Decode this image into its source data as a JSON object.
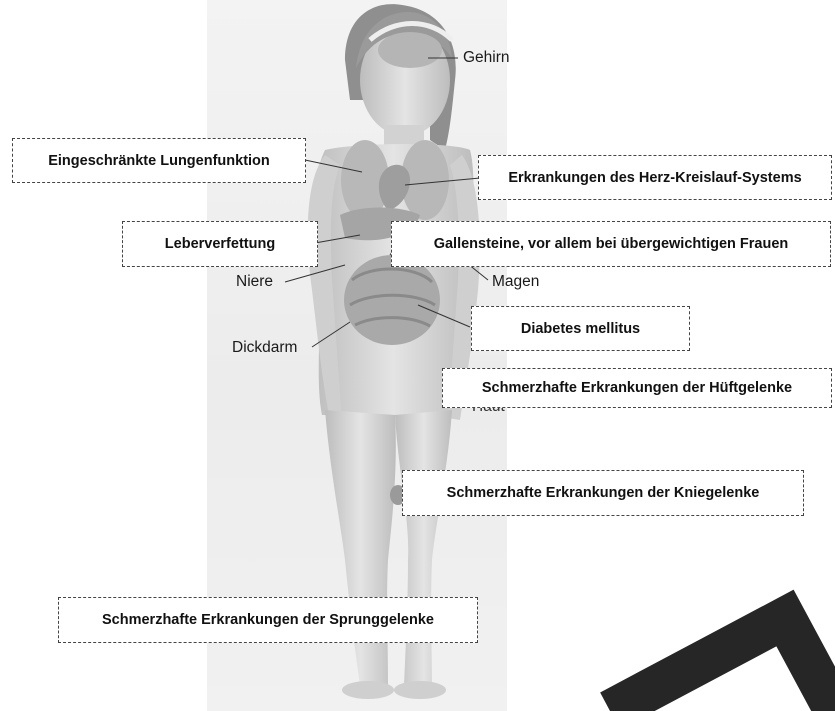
{
  "labels": {
    "gehirn": "Gehirn",
    "niere": "Niere",
    "magen": "Magen",
    "dickdarm": "Dickdarm",
    "haut": "Haut"
  },
  "boxes": {
    "lunge": "Eingeschränkte Lungenfunktion",
    "herz": "Erkrankungen des Herz-Kreislauf-Systems",
    "leber": "Leberverfettung",
    "galle": "Gallensteine, vor allem bei übergewichtigen Frauen",
    "diabetes": "Diabetes mellitus",
    "huefte": "Schmerzhafte Erkrankungen der Hüftgelenke",
    "knie": "Schmerzhafte Erkrankungen der Kniegelenke",
    "sprung": "Schmerzhafte Erkrankungen der Sprunggelenke"
  },
  "colors": {
    "skin": "#d9d9d9",
    "hair": "#8c8c8c",
    "organ": "#a9a9a9",
    "watermark": "#000000"
  }
}
